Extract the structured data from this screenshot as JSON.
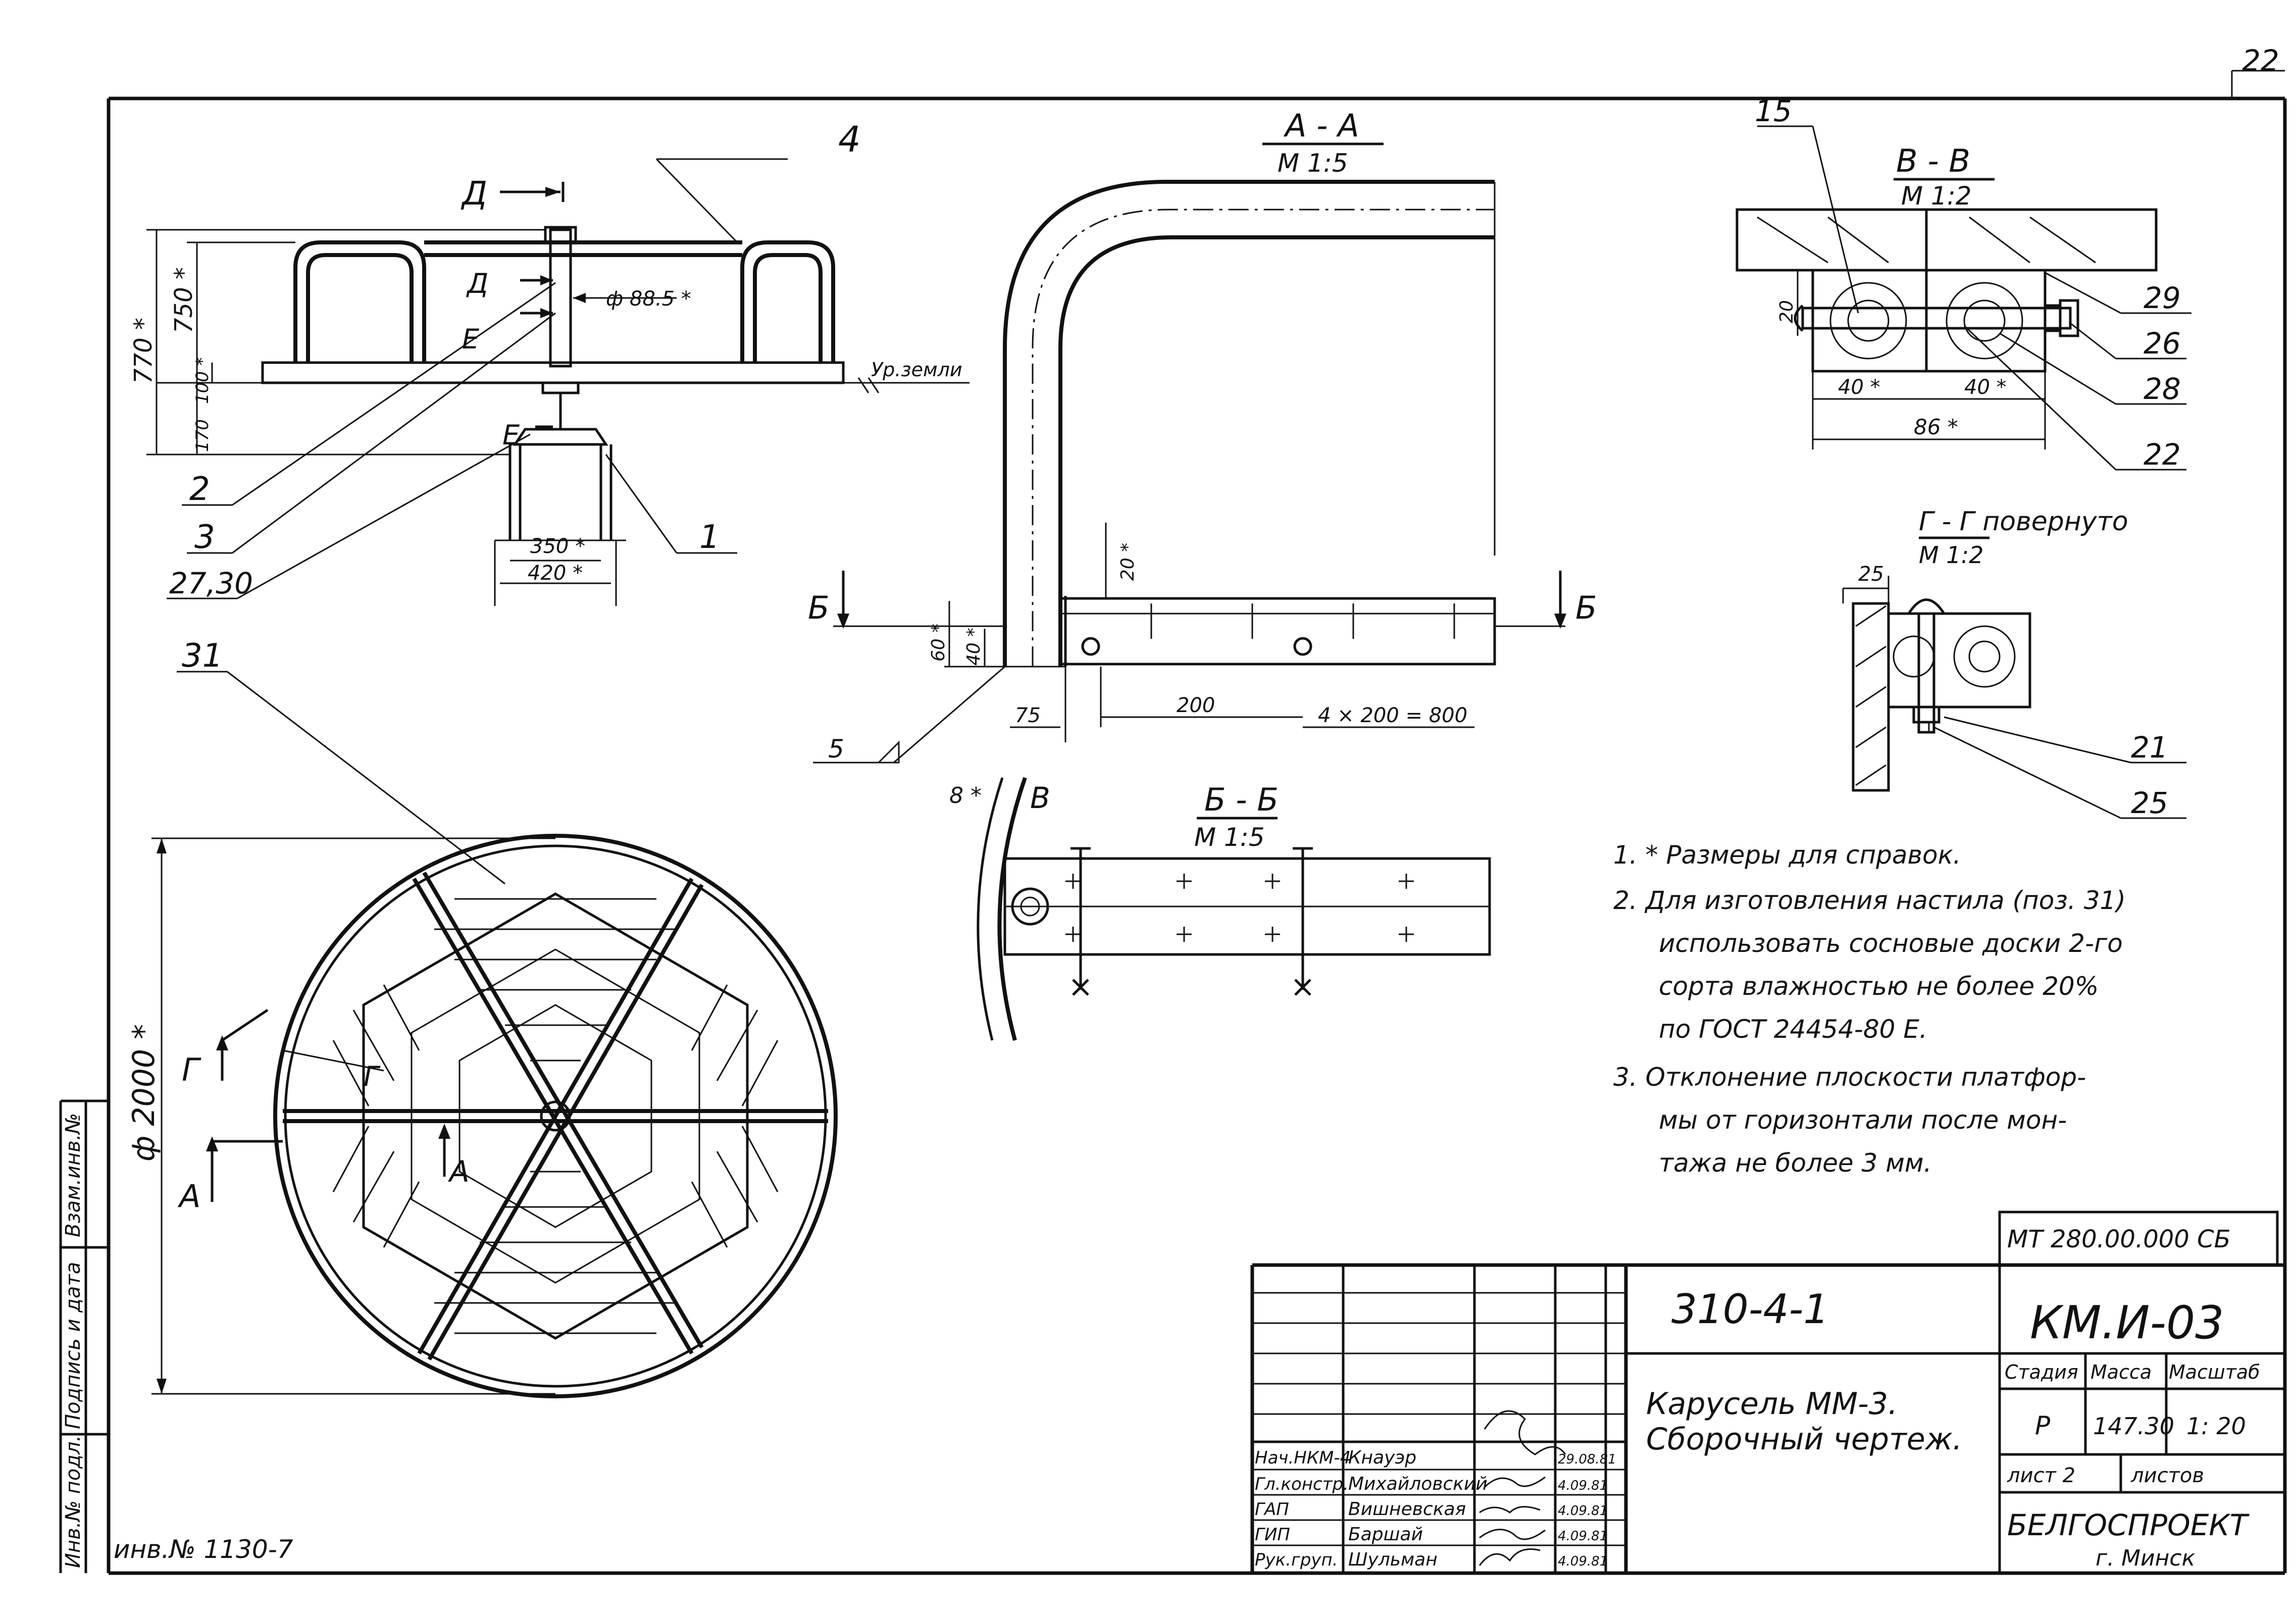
{
  "sheet": {
    "page_number": "22",
    "doc_code": "МТ 280.00.000 СБ",
    "series_code": "310-4-1",
    "drawing_code": "КМ.И-03",
    "title_line1": "Карусель ММ-3.",
    "title_line2": "Сборочный чертеж.",
    "inv_number": "инв.№ 1130-7",
    "side_stamp": {
      "inv_podl": "Инв.№ подл.",
      "podpis_data": "Подпись и дата",
      "vzam_inv": "Взам.инв.№"
    }
  },
  "stamp": {
    "stadiya_label": "Стадия",
    "massa_label": "Масса",
    "masshtab_label": "Масштаб",
    "stadiya": "Р",
    "massa": "147.30",
    "masshtab": "1: 20",
    "list_label": "лист 2",
    "listov_label": "листов",
    "org": "БЕЛГОСПРОЕКТ",
    "city": "г. Минск",
    "rows": [
      {
        "role": "Нач.НКМ-4",
        "name": "Кнауэр",
        "date": "29.08.81"
      },
      {
        "role": "Гл.констр.",
        "name": "Михайловский",
        "date": "4.09.81"
      },
      {
        "role": "ГАП",
        "name": "Вишневская",
        "date": "4.09.81"
      },
      {
        "role": "ГИП",
        "name": "Баршай",
        "date": "4.09.81"
      },
      {
        "role": "Рук.груп.",
        "name": "Шульман",
        "date": "4.09.81"
      }
    ]
  },
  "notes": [
    "1. * Размеры для справок.",
    "2. Для изготовления настила (поз. 31)",
    "использовать сосновые доски 2-го",
    "сорта влажностью не более 20%",
    "по ГОСТ 24454-80 Е.",
    "3. Отклонение плоскости платфор-",
    "мы от горизонтали после мон-",
    "тажа не более 3 мм."
  ],
  "views": {
    "front": {
      "callouts": [
        "4",
        "2",
        "3",
        "27,30",
        "31",
        "1"
      ],
      "dims": [
        "770 *",
        "750 *",
        "100 *",
        "170",
        "350 *",
        "420 *",
        "ф 88.5 *"
      ],
      "labels": [
        "Д",
        "Д",
        "Е",
        "Е",
        "Ур.земли"
      ]
    },
    "plan": {
      "dia": "ф 2000 *",
      "labels": [
        "Г",
        "Г",
        "А",
        "А"
      ]
    },
    "section_aa": {
      "title": "А - А",
      "scale": "М 1:5",
      "dims": [
        "60 *",
        "40 *",
        "20 *",
        "75",
        "200",
        "4 × 200 = 800",
        "8 *"
      ],
      "labels": [
        "Б",
        "Б",
        "В",
        "5"
      ]
    },
    "section_bb": {
      "title": "Б - Б",
      "scale": "М 1:5"
    },
    "section_vv": {
      "title": "В - В",
      "scale": "М 1:2",
      "callouts": [
        "15",
        "29",
        "26",
        "28",
        "22"
      ],
      "dims": [
        "20",
        "40 *",
        "40 *",
        "86 *"
      ]
    },
    "section_gg": {
      "title": "Г - Г повернуто",
      "scale": "М 1:2",
      "callouts": [
        "21",
        "25"
      ],
      "dims": [
        "25"
      ]
    }
  }
}
